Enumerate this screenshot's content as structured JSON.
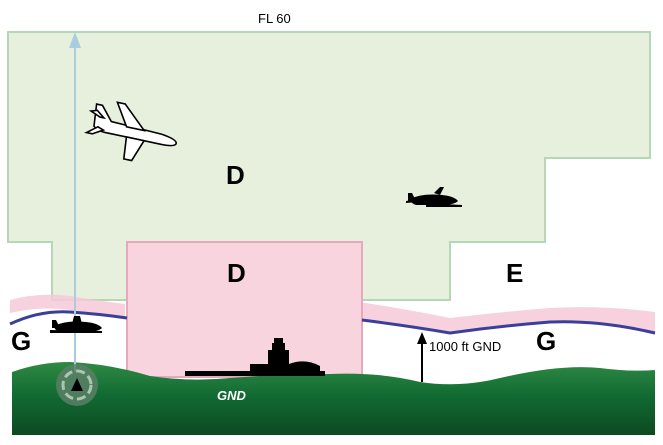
{
  "labels": {
    "top_level": "FL 60",
    "class_d_upper": "D",
    "class_d_lower": "D",
    "class_e": "E",
    "class_g_left": "G",
    "class_g_right": "G",
    "height_note": "1000 ft GND",
    "ground": "GND"
  },
  "colors": {
    "class_d_fill": "#e6f0dc",
    "class_d_border": "#b4d7b8",
    "control_zone_fill": "#f8d4df",
    "control_zone_border": "#e7a7bc",
    "class_e_boundary": "#3b3f9a",
    "pink_band": "#f6c9d8",
    "terrain_light": "#2f8a44",
    "terrain_dark": "#0d4a22",
    "climb_line": "#a9cde0"
  },
  "icons": [
    "jet-airliner-icon",
    "small-plane-icon",
    "small-plane-ground-icon",
    "control-tower-icon",
    "climb-indicator-icon"
  ]
}
